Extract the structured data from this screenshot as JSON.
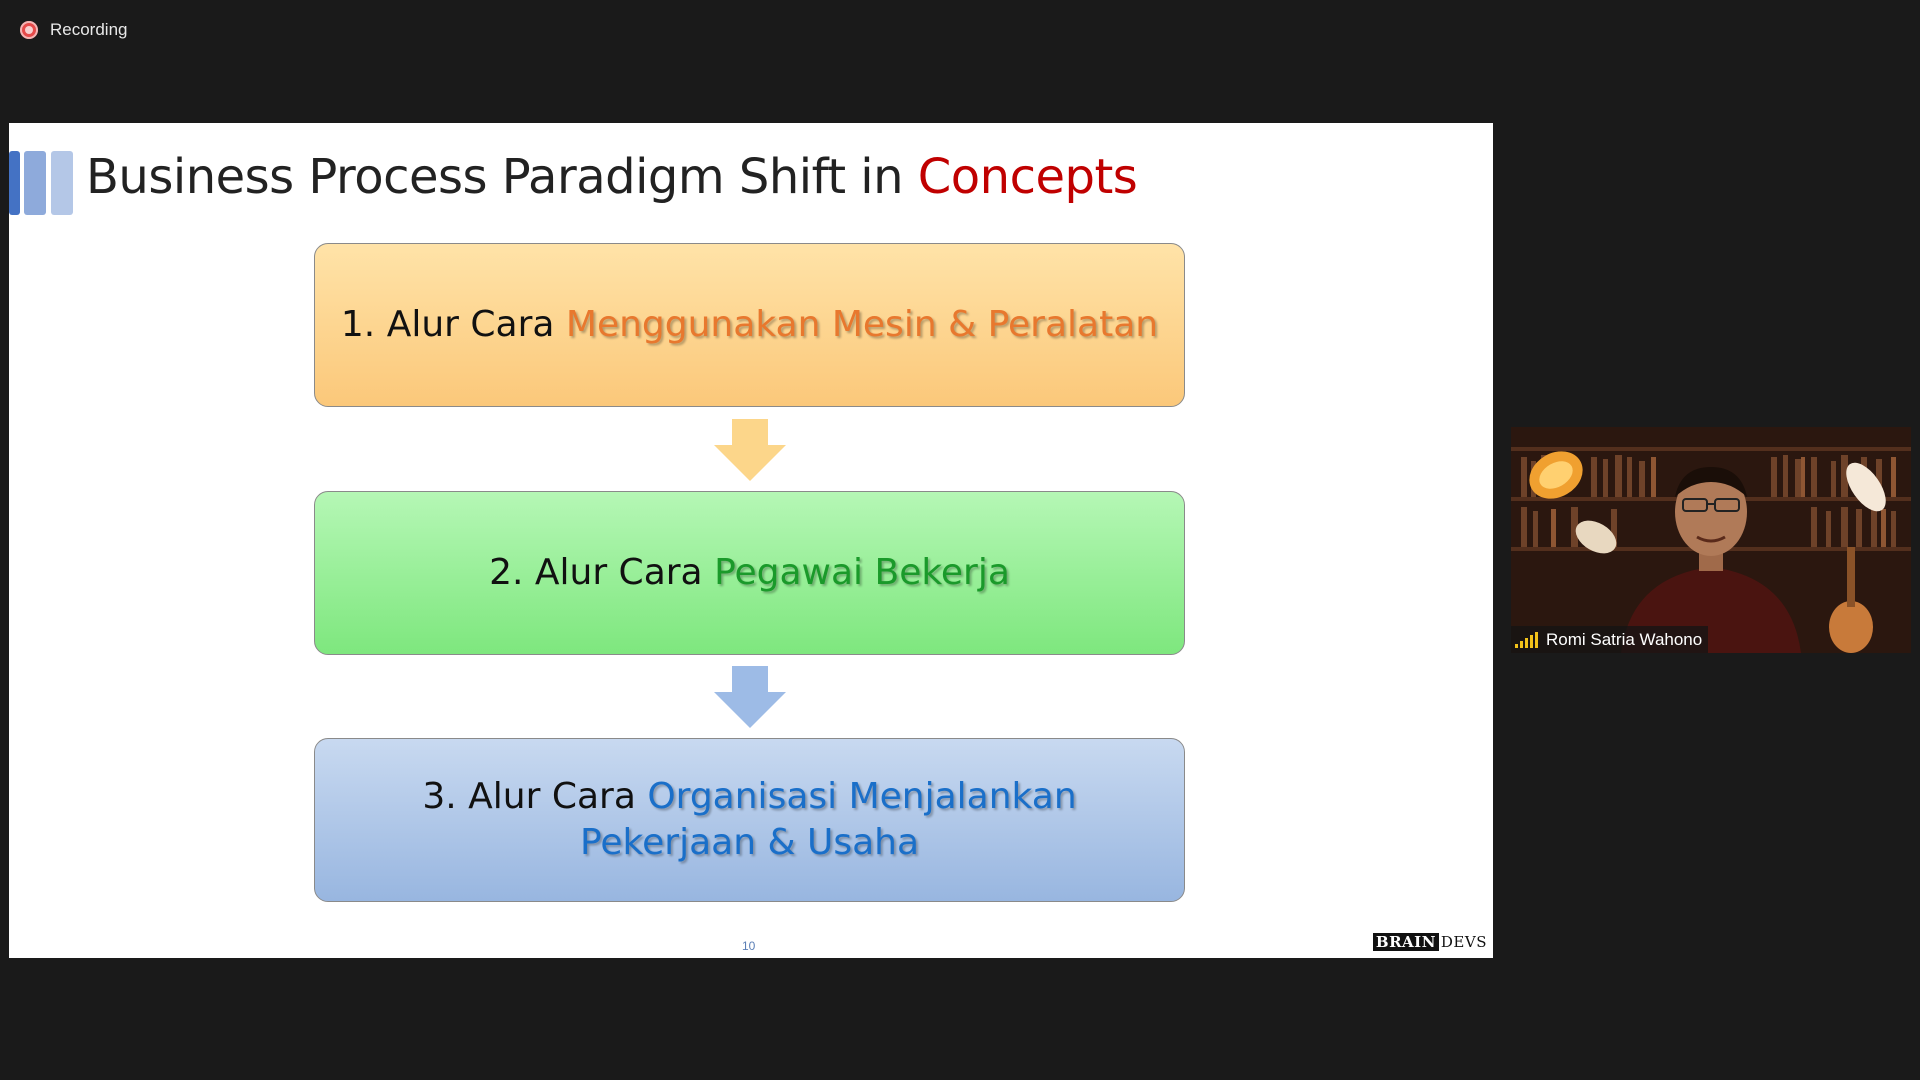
{
  "recording": {
    "label": "Recording"
  },
  "slide": {
    "title_main": "Business Process Paradigm Shift in ",
    "title_accent": "Concepts",
    "boxes": [
      {
        "prefix": "1. Alur Cara ",
        "highlight": "Menggunakan Mesin & Peralatan"
      },
      {
        "prefix": "2. Alur Cara ",
        "highlight": "Pegawai Bekerja"
      },
      {
        "prefix": "3. Alur Cara ",
        "highlight": "Organisasi Menjalankan Pekerjaan & Usaha"
      }
    ],
    "page_number": "10",
    "logo": {
      "part1": "BRAIN",
      "part2": "DEVS"
    }
  },
  "participant": {
    "name": "Romi Satria Wahono"
  },
  "colors": {
    "accent_red": "#c00000",
    "box1_highlight": "#e8782e",
    "box2_highlight": "#1a9a2a",
    "box3_highlight": "#1a6fc9"
  }
}
